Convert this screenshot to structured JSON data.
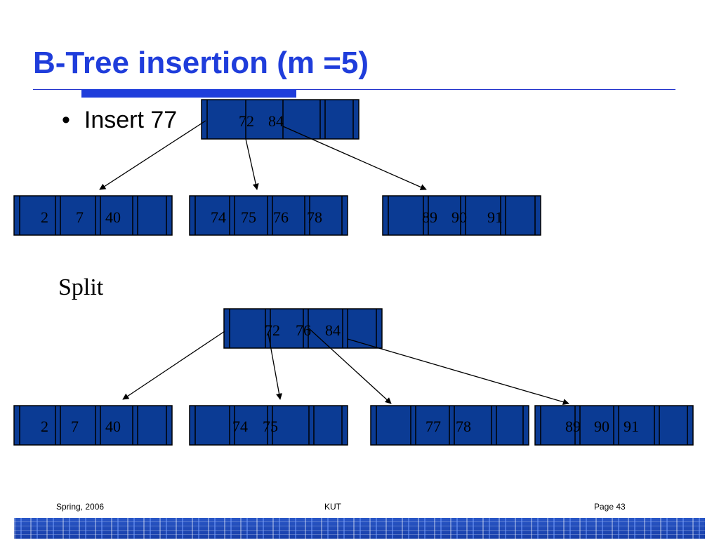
{
  "slide": {
    "title": "B-Tree insertion (m =5)",
    "bullet": "Insert 77",
    "split_label": "Split"
  },
  "footer": {
    "left": "Spring, 2006",
    "center": "KUT",
    "right": "Page 43"
  },
  "colors": {
    "title": "#1f3ddb",
    "node_fill": "#0b3b94",
    "accent_bar": "#1f3ddb"
  },
  "diagram": {
    "before": {
      "root": {
        "keys": [
          "72",
          "84"
        ]
      },
      "children": [
        {
          "keys": [
            "2",
            "7",
            "40"
          ]
        },
        {
          "keys": [
            "74",
            "75",
            "76",
            "78"
          ]
        },
        {
          "keys": [
            "89",
            "90",
            "91"
          ]
        }
      ]
    },
    "after": {
      "root": {
        "keys": [
          "72",
          "76",
          "84"
        ]
      },
      "children": [
        {
          "keys": [
            "2",
            "7",
            "40"
          ]
        },
        {
          "keys": [
            "74",
            "75"
          ]
        },
        {
          "keys": [
            "77",
            "78"
          ]
        },
        {
          "keys": [
            "89",
            "90",
            "91"
          ]
        }
      ]
    }
  }
}
